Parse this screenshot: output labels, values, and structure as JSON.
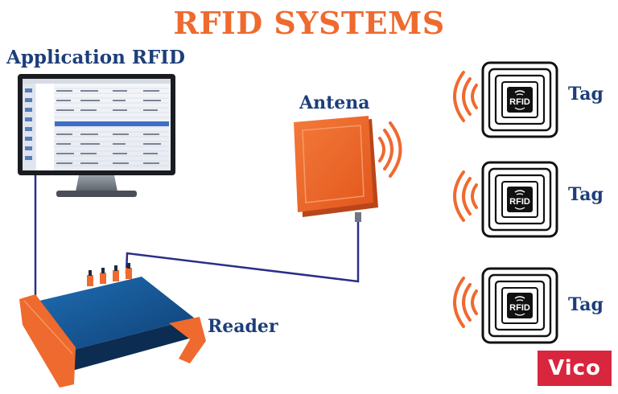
{
  "title": "RFID SYSTEMS",
  "labels": {
    "application": "Application RFID",
    "antena": "Antena",
    "reader": "Reader",
    "tag": "Tag"
  },
  "chip_text": "RFID",
  "logo": "Vico",
  "colors": {
    "accent": "#ef6a2e",
    "navy": "#1d3e7a",
    "reader_blue": "#1c5a9c",
    "cable": "#2a2f86",
    "logo_bg": "#d7263d"
  },
  "icons": {
    "monitor": "computer-monitor-icon",
    "antenna": "rfid-antenna-icon",
    "reader": "rfid-reader-icon",
    "tag": "rfid-tag-icon",
    "waves": "radio-waves-icon"
  }
}
